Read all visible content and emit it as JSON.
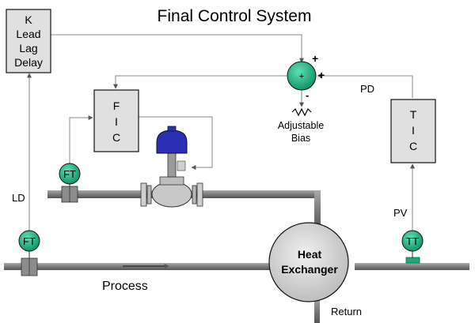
{
  "title": "Final Control System",
  "feedforward_block": {
    "lines": [
      "K",
      "Lead",
      "Lag",
      "Delay"
    ]
  },
  "fic_block": {
    "lines": [
      "F",
      "I",
      "C"
    ]
  },
  "tic_block": {
    "lines": [
      "T",
      "I",
      "C"
    ]
  },
  "summer": {
    "symbol": "+",
    "sign_top": "+",
    "sign_right": "+",
    "sign_bottom": "-",
    "bias_label_line1": "Adjustable",
    "bias_label_line2": "Bias"
  },
  "transmitters": {
    "ft_upper": "FT",
    "ft_lower": "FT",
    "tt": "TT"
  },
  "heat_exchanger": {
    "line1": "Heat",
    "line2": "Exchanger"
  },
  "signal_labels": {
    "ld": "LD",
    "pd": "PD",
    "pv": "PV"
  },
  "stream_labels": {
    "process": "Process",
    "return": "Return"
  },
  "colors": {
    "transmitter_fill": "#1fa87a",
    "actuator_fill": "#2a2fb5",
    "valve_body": "#c8c8c8",
    "block_fill": "#e0e0e0",
    "exchanger_fill": "#d2d2d2",
    "signal_line": "#888888"
  }
}
